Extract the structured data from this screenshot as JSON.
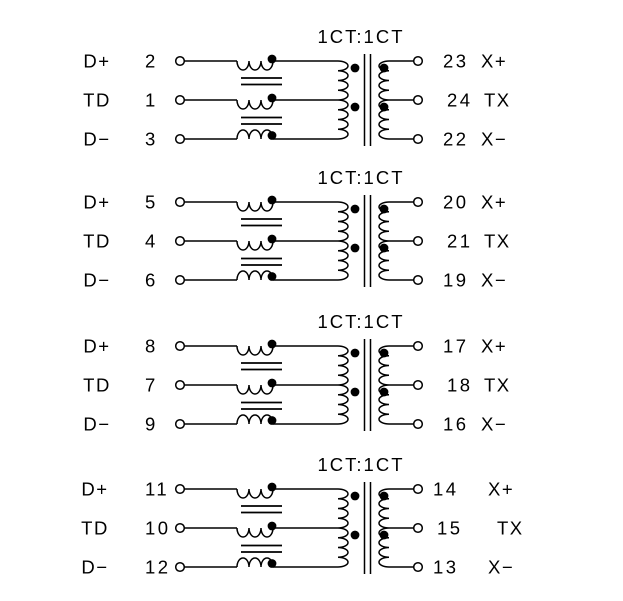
{
  "colors": {
    "ink": "#000000",
    "background": "#ffffff"
  },
  "channels": [
    {
      "ratio_label": "1CT:1CT",
      "left_pins": [
        {
          "signal": "D+",
          "pin": "2"
        },
        {
          "signal": "TD",
          "pin": "1"
        },
        {
          "signal": "D−",
          "pin": "3"
        }
      ],
      "right_pins": [
        {
          "pin": "23",
          "signal": "X+"
        },
        {
          "pin": "24",
          "signal": "TX"
        },
        {
          "pin": "22",
          "signal": "X−"
        }
      ]
    },
    {
      "ratio_label": "1CT:1CT",
      "left_pins": [
        {
          "signal": "D+",
          "pin": "5"
        },
        {
          "signal": "TD",
          "pin": "4"
        },
        {
          "signal": "D−",
          "pin": "6"
        }
      ],
      "right_pins": [
        {
          "pin": "20",
          "signal": "X+"
        },
        {
          "pin": "21",
          "signal": "TX"
        },
        {
          "pin": "19",
          "signal": "X−"
        }
      ]
    },
    {
      "ratio_label": "1CT:1CT",
      "left_pins": [
        {
          "signal": "D+",
          "pin": "8"
        },
        {
          "signal": "TD",
          "pin": "7"
        },
        {
          "signal": "D−",
          "pin": "9"
        }
      ],
      "right_pins": [
        {
          "pin": "17",
          "signal": "X+"
        },
        {
          "pin": "18",
          "signal": "TX"
        },
        {
          "pin": "16",
          "signal": "X−"
        }
      ]
    },
    {
      "ratio_label": "1CT:1CT",
      "left_pins": [
        {
          "signal": "D+",
          "pin": "11"
        },
        {
          "signal": "TD",
          "pin": "10"
        },
        {
          "signal": "D−",
          "pin": "12"
        }
      ],
      "right_pins": [
        {
          "pin": "14",
          "signal": "X+"
        },
        {
          "pin": "15",
          "signal": "TX"
        },
        {
          "pin": "13",
          "signal": "X−"
        }
      ]
    }
  ]
}
